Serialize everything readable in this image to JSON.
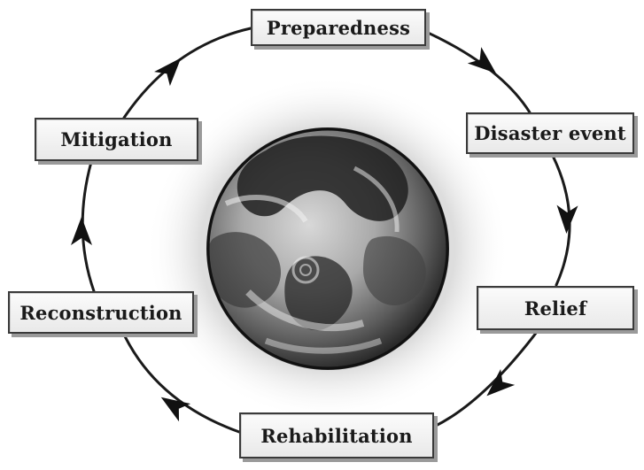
{
  "diagram": {
    "stages": [
      {
        "id": "preparedness",
        "label": "Preparedness"
      },
      {
        "id": "disaster-event",
        "label": "Disaster event"
      },
      {
        "id": "relief",
        "label": "Relief"
      },
      {
        "id": "rehabilitation",
        "label": "Rehabilitation"
      },
      {
        "id": "reconstruction",
        "label": "Reconstruction"
      },
      {
        "id": "mitigation",
        "label": "Mitigation"
      }
    ],
    "center_image": "earth-globe",
    "flow_direction": "clockwise",
    "colors": {
      "line": "#1a1a1a",
      "box_fill": "#f3f3f3",
      "box_border": "#3a3a3a"
    }
  }
}
